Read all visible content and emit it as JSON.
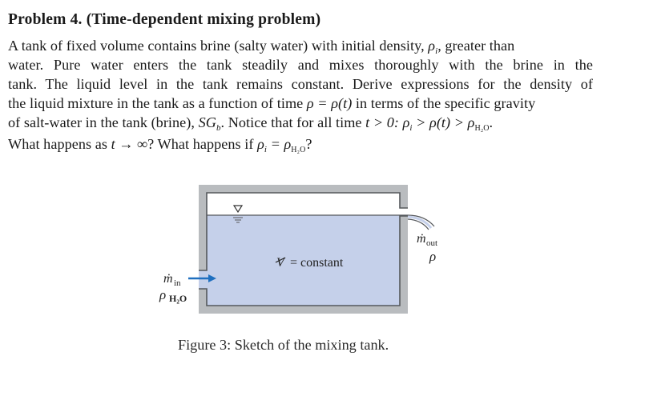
{
  "problem": {
    "title": "Problem 4. (Time-dependent mixing problem)",
    "lines": [
      "A tank of fixed volume contains brine (salty water) with initial density, ρᵢ, greater than",
      "water. Pure water enters the tank steadily and mixes thoroughly with the brine in the",
      "tank. The liquid level in the tank remains constant. Derive expressions for the density of",
      "the liquid mixture in the tank as a function of time ρ = ρ(t) in terms of the specific gravity",
      "of salt-water in the tank (brine), SG_b. Notice that for all time t > 0: ρᵢ > ρ(t) > ρ_H2O.",
      "What happens as t → ∞? What happens if ρᵢ = ρ_H2O?"
    ],
    "segments": {
      "l1a": "A tank of fixed volume contains brine (salty water) with initial density,",
      "l1rho": "ρ",
      "l1i": "i",
      "l1b": ", greater than",
      "l2": "water. Pure water enters the tank steadily and mixes thoroughly with the brine in the",
      "l3": "tank. The liquid level in the tank remains constant. Derive expressions for the density of",
      "l4a": "the liquid mixture in the tank as a function of time",
      "l4eq": "ρ = ρ(t)",
      "l4b": "in terms of the specific gravity",
      "l5a": "of salt-water in the tank (brine),",
      "l5sg": "SG",
      "l5b_sub": "b",
      "l5c": ". Notice that for all time",
      "l5d": "t > 0:  ρ",
      "l5e_sub": "i",
      "l5f": " > ρ(t) > ρ",
      "l5g_sub": "H₂O",
      "l5h": ".",
      "l6a": "What happens as",
      "l6b": "t → ∞",
      "l6c": "? What happens if",
      "l6d": "ρ",
      "l6e_sub": "i",
      "l6f": " = ρ",
      "l6g_sub": "H₂O",
      "l6h": "?"
    }
  },
  "figure": {
    "volume_label": "V̶ = constant",
    "volume_symbol": "V",
    "volume_text": "= constant",
    "inlet": {
      "mass_flow": "ṁ",
      "mass_flow_sub": "in",
      "density": "ρ",
      "density_sub": "H₂O"
    },
    "outlet": {
      "mass_flow": "ṁ",
      "mass_flow_sub": "out",
      "density": "ρ"
    },
    "free_surface_symbol": "∇",
    "caption": "Figure 3: Sketch of the mixing tank.",
    "colors": {
      "wall": "#b9bcbf",
      "wall_edge": "#55585c",
      "liquid": "#c5d0ea",
      "inlet_arrow": "#1f6fbf"
    }
  }
}
